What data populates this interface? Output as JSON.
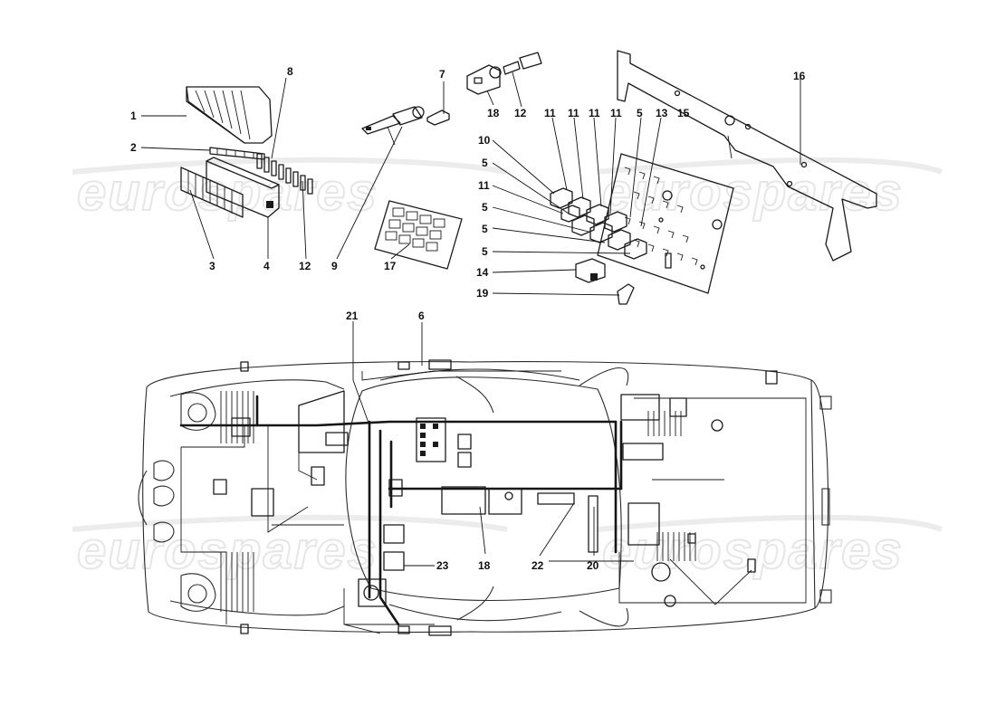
{
  "watermarks": [
    "eurospares",
    "eurospares",
    "eurospares",
    "eurospares"
  ],
  "callouts": [
    "1",
    "2",
    "3",
    "4",
    "8",
    "12",
    "7",
    "9",
    "17",
    "18",
    "12",
    "11",
    "11",
    "11",
    "11",
    "5",
    "13",
    "15",
    "16",
    "10",
    "5",
    "11",
    "5",
    "5",
    "5",
    "14",
    "19",
    "21",
    "6",
    "23",
    "18",
    "22",
    "20"
  ]
}
